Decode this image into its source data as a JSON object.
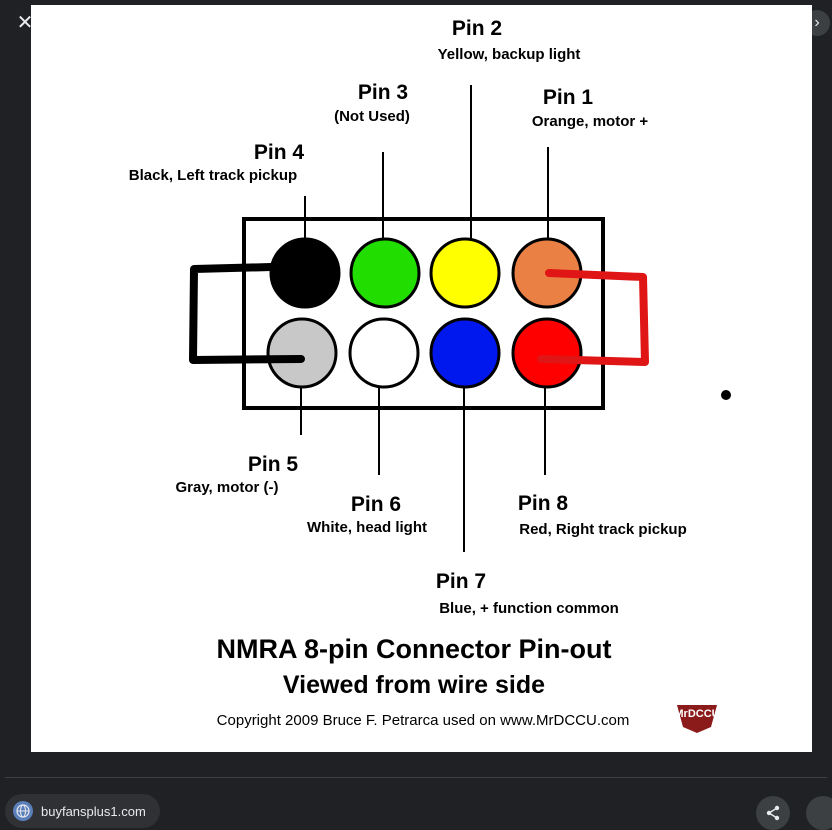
{
  "viewer": {
    "close_icon": "close-icon",
    "prev_icon": "chevron-left-icon",
    "next_icon": "chevron-right-icon"
  },
  "diagram": {
    "pins": [
      {
        "id": "pin1",
        "title": "Pin 1",
        "desc": "Orange, motor +",
        "color": "#ea8043"
      },
      {
        "id": "pin2",
        "title": "Pin 2",
        "desc": "Yellow, backup light",
        "color": "#ffff00"
      },
      {
        "id": "pin3",
        "title": "Pin 3",
        "desc": "(Not Used)",
        "color": "#22dd00"
      },
      {
        "id": "pin4",
        "title": "Pin 4",
        "desc": "Black, Left track pickup",
        "color": "#000000"
      },
      {
        "id": "pin5",
        "title": "Pin 5",
        "desc": "Gray, motor (-)",
        "color": "#c8c8c8"
      },
      {
        "id": "pin6",
        "title": "Pin 6",
        "desc": "White, head light",
        "color": "#ffffff"
      },
      {
        "id": "pin7",
        "title": "Pin 7",
        "desc": "Blue, + function common",
        "color": "#0018ee"
      },
      {
        "id": "pin8",
        "title": "Pin 8",
        "desc": "Red, Right track pickup",
        "color": "#ff0000"
      }
    ],
    "jumper_left_color": "#000000",
    "jumper_right_color": "#e01515",
    "title_line1": "NMRA 8-pin Connector Pin-out",
    "title_line2": "Viewed from wire side",
    "copyright": "Copyright 2009 Bruce F. Petrarca used on www.MrDCCU.com",
    "logo_text": "MrDCCU"
  },
  "footer": {
    "source_icon": "globe-icon",
    "source_label": "buyfansplus1.com",
    "share_icon": "share-icon"
  }
}
